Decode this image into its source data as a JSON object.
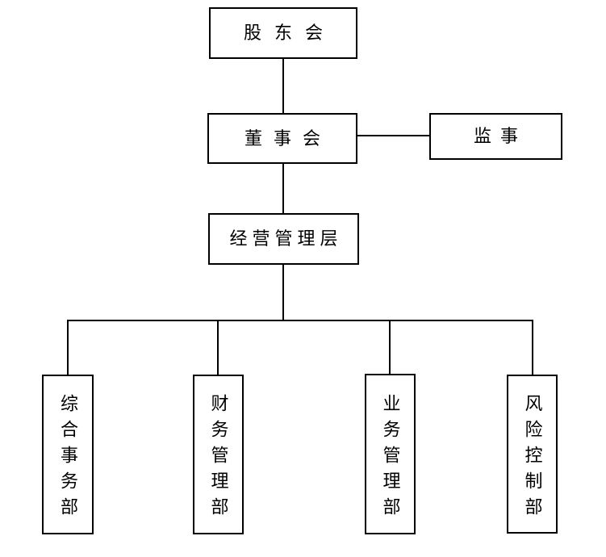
{
  "org_chart": {
    "type": "organization-chart",
    "nodes": {
      "shareholders": {
        "label": "股东会",
        "level": 1,
        "text_orientation": "horizontal"
      },
      "board": {
        "label": "董事会",
        "level": 2,
        "text_orientation": "horizontal"
      },
      "supervisor": {
        "label": "监事",
        "level": 2,
        "text_orientation": "horizontal"
      },
      "management": {
        "label": "经营管理层",
        "level": 3,
        "text_orientation": "horizontal"
      },
      "dept_general_affairs": {
        "label": "综合事务部",
        "level": 4,
        "text_orientation": "vertical"
      },
      "dept_finance": {
        "label": "财务管理部",
        "level": 4,
        "text_orientation": "vertical"
      },
      "dept_business": {
        "label": "业务管理部",
        "level": 4,
        "text_orientation": "vertical"
      },
      "dept_risk_control": {
        "label": "风险控制部",
        "level": 4,
        "text_orientation": "vertical"
      }
    },
    "edges": [
      {
        "from": "shareholders",
        "to": "board",
        "style": "vertical"
      },
      {
        "from": "board",
        "to": "supervisor",
        "style": "horizontal"
      },
      {
        "from": "board",
        "to": "management",
        "style": "vertical"
      },
      {
        "from": "management",
        "to": "dept_general_affairs",
        "style": "elbow"
      },
      {
        "from": "management",
        "to": "dept_finance",
        "style": "elbow"
      },
      {
        "from": "management",
        "to": "dept_business",
        "style": "elbow"
      },
      {
        "from": "management",
        "to": "dept_risk_control",
        "style": "elbow"
      }
    ],
    "colors": {
      "background": "#ffffff",
      "box_border": "#000000",
      "line": "#000000",
      "text": "#000000"
    }
  }
}
